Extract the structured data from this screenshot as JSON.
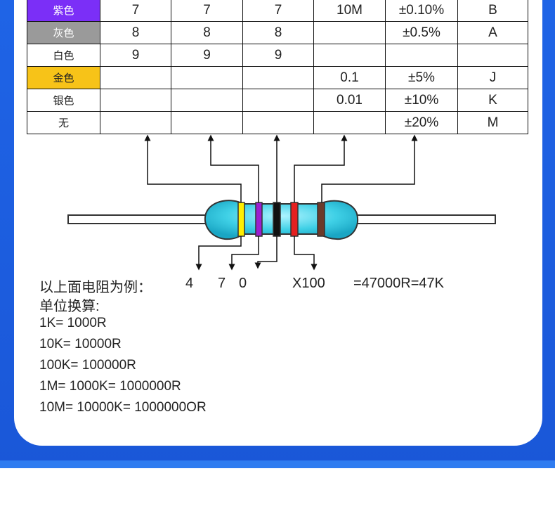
{
  "colors": {
    "frame_blue": "#1f64e6",
    "violet": "#7b2ff7",
    "grey": "#9a9a9a",
    "gold": "#f7c318",
    "resistor_body": "#3fd0e6"
  },
  "table": {
    "rows": [
      {
        "color": "紫色",
        "bg": "#7b2ff7",
        "fg": "#ffffff",
        "cells": [
          "7",
          "7",
          "7",
          "10M",
          "±0.10%",
          "B"
        ]
      },
      {
        "color": "灰色",
        "bg": "#9a9a9a",
        "fg": "#ffffff",
        "cells": [
          "8",
          "8",
          "8",
          "",
          "±0.5%",
          "A"
        ]
      },
      {
        "color": "白色",
        "bg": "#ffffff",
        "fg": "#222222",
        "cells": [
          "9",
          "9",
          "9",
          "",
          "",
          ""
        ]
      },
      {
        "color": "金色",
        "bg": "#f7c318",
        "fg": "#222222",
        "cells": [
          "",
          "",
          "",
          "0.1",
          "±5%",
          "J"
        ]
      },
      {
        "color": "银色",
        "bg": "#ffffff",
        "fg": "#222222",
        "cells": [
          "",
          "",
          "",
          "0.01",
          "±10%",
          "K"
        ]
      },
      {
        "color": "无",
        "bg": "#ffffff",
        "fg": "#222222",
        "cells": [
          "",
          "",
          "",
          "",
          "±20%",
          "M"
        ]
      }
    ]
  },
  "resistor": {
    "bands": [
      {
        "name": "yellow",
        "color": "#ffee00"
      },
      {
        "name": "violet",
        "color": "#9b1fd0"
      },
      {
        "name": "black",
        "color": "#111111"
      },
      {
        "name": "red",
        "color": "#e52020"
      },
      {
        "name": "brown",
        "color": "#6b3a2a"
      }
    ]
  },
  "example": {
    "label": "以上面电阻为例：",
    "digit1": "4",
    "digit2": "7",
    "digit3": "0",
    "multiplier": "X100",
    "result": "=47000R=47K"
  },
  "units": {
    "title": "单位换算:",
    "lines": [
      "1K= 1000R",
      "10K= 10000R",
      "100K= 100000R",
      "1M= 1000K= 1000000R",
      "10M= 10000K= 1000000OR"
    ]
  }
}
